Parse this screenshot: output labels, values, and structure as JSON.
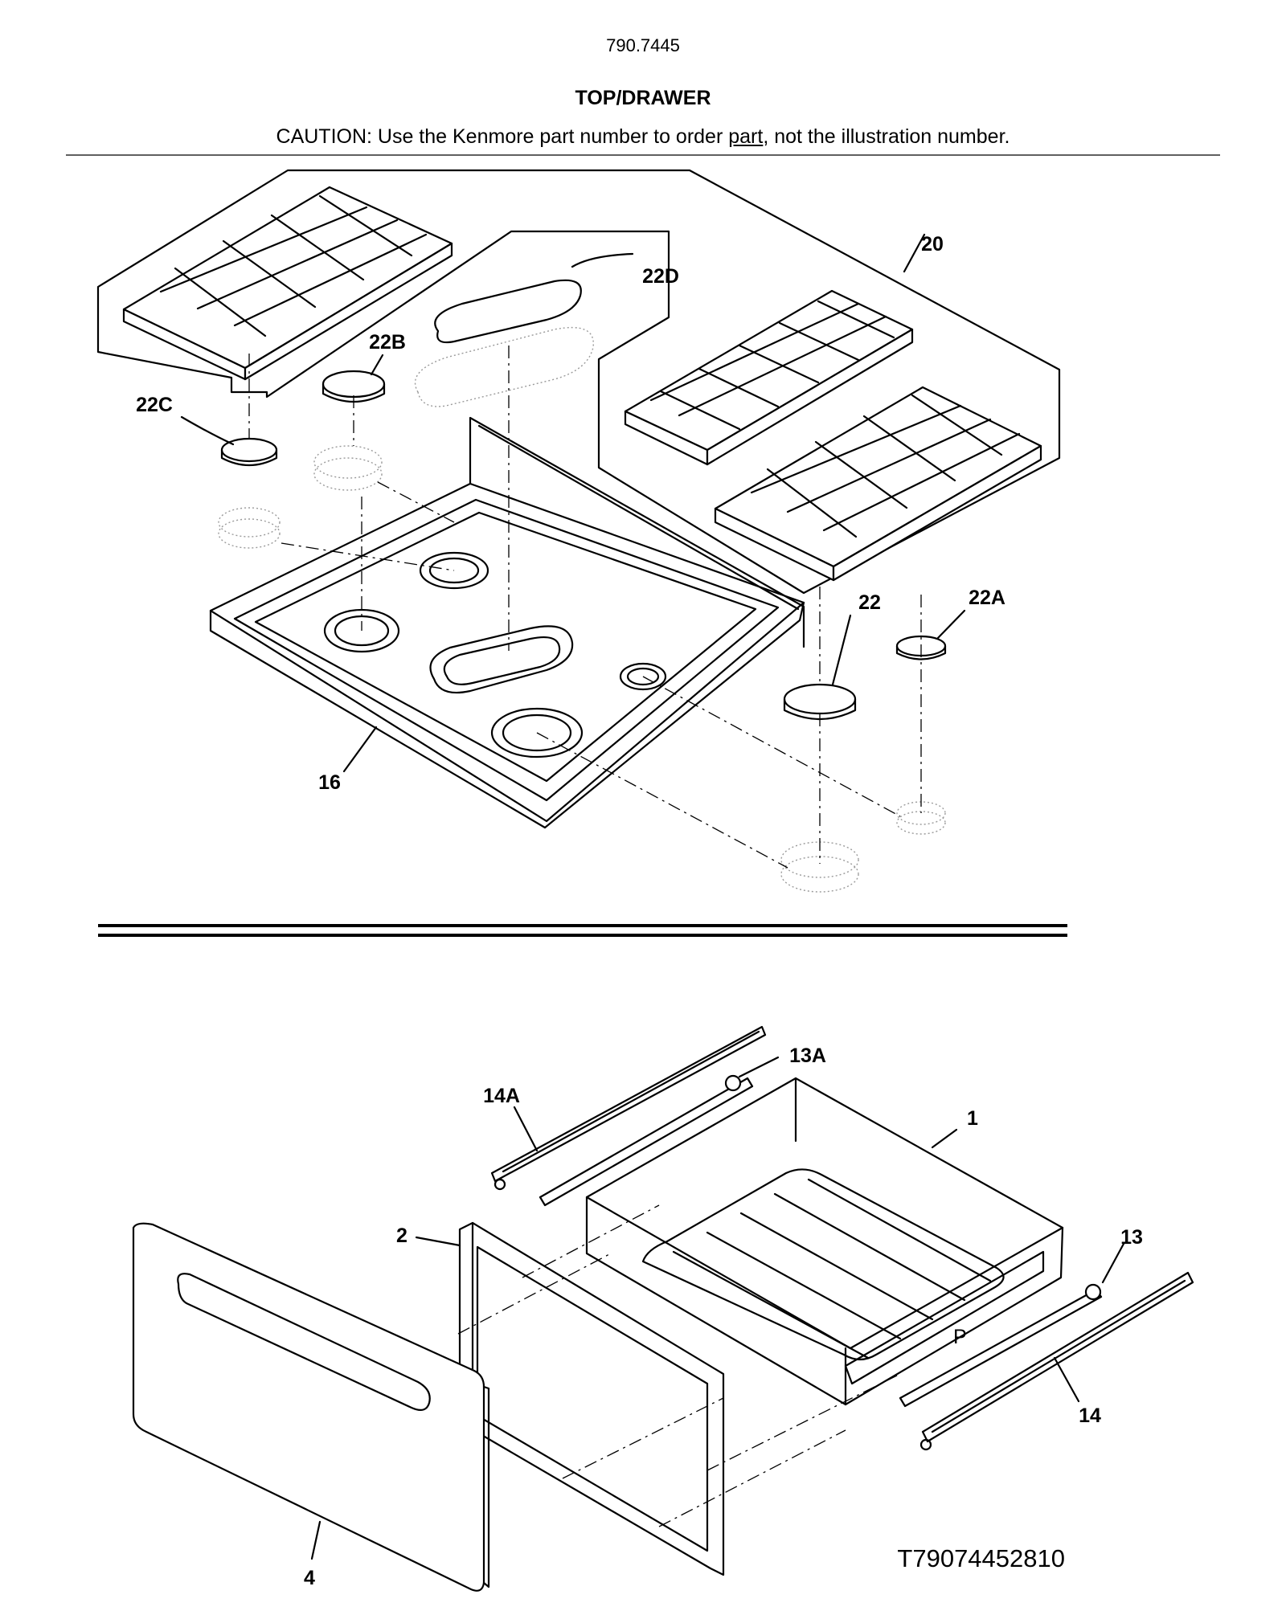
{
  "header": {
    "model_number": "790.7445",
    "section_title": "TOP/DRAWER",
    "caution_prefix": "CAUTION: Use the Kenmore part number to order ",
    "caution_underlined": "part",
    "caution_suffix": ", not the illustration number."
  },
  "callouts": {
    "grate_assembly": "20",
    "cap_22d": "22D",
    "cap_22b": "22B",
    "cap_22c": "22C",
    "cap_22": "22",
    "cap_22a": "22A",
    "cooktop": "16",
    "slide_bracket_13a": "13A",
    "slide_rail_14a": "14A",
    "drawer_body": "1",
    "drawer_frame": "2",
    "slide_bracket_13": "13",
    "slide_rail_14": "14",
    "drawer_panel": "4"
  },
  "footer": {
    "diagram_code": "T79074452810"
  }
}
